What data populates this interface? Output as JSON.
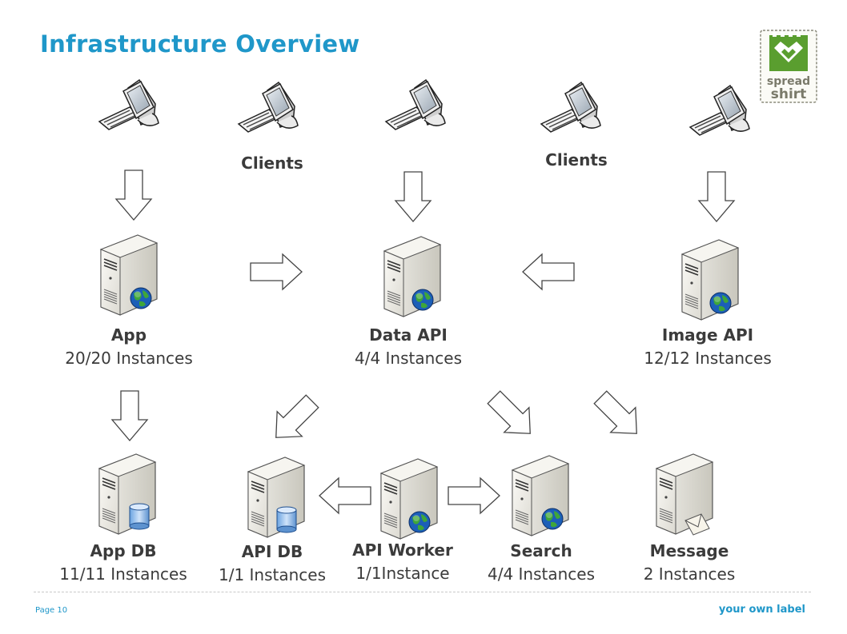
{
  "title": "Infrastructure Overview",
  "clients": [
    "Clients",
    "Clients"
  ],
  "nodes": {
    "app": {
      "name": "App",
      "count": "20/20 Instances"
    },
    "data_api": {
      "name": "Data API",
      "count": "4/4 Instances"
    },
    "image_api": {
      "name": "Image API",
      "count": "12/12 Instances"
    },
    "app_db": {
      "name": "App DB",
      "count": "11/11 Instances"
    },
    "api_db": {
      "name": "API DB",
      "count": "1/1 Instances"
    },
    "api_worker": {
      "name": "API Worker",
      "count": "1/1Instance"
    },
    "search": {
      "name": "Search",
      "count": "4/4 Instances"
    },
    "message": {
      "name": "Message",
      "count": "2 Instances"
    }
  },
  "logo": {
    "line1": "spread",
    "line2": "shirt"
  },
  "footer": {
    "page": "Page 10",
    "label": "your own label"
  },
  "colors": {
    "title": "#1f97c9",
    "logo_green": "#5a9e2f",
    "globe_blue": "#1c5fb8",
    "globe_green": "#3fa63a"
  }
}
